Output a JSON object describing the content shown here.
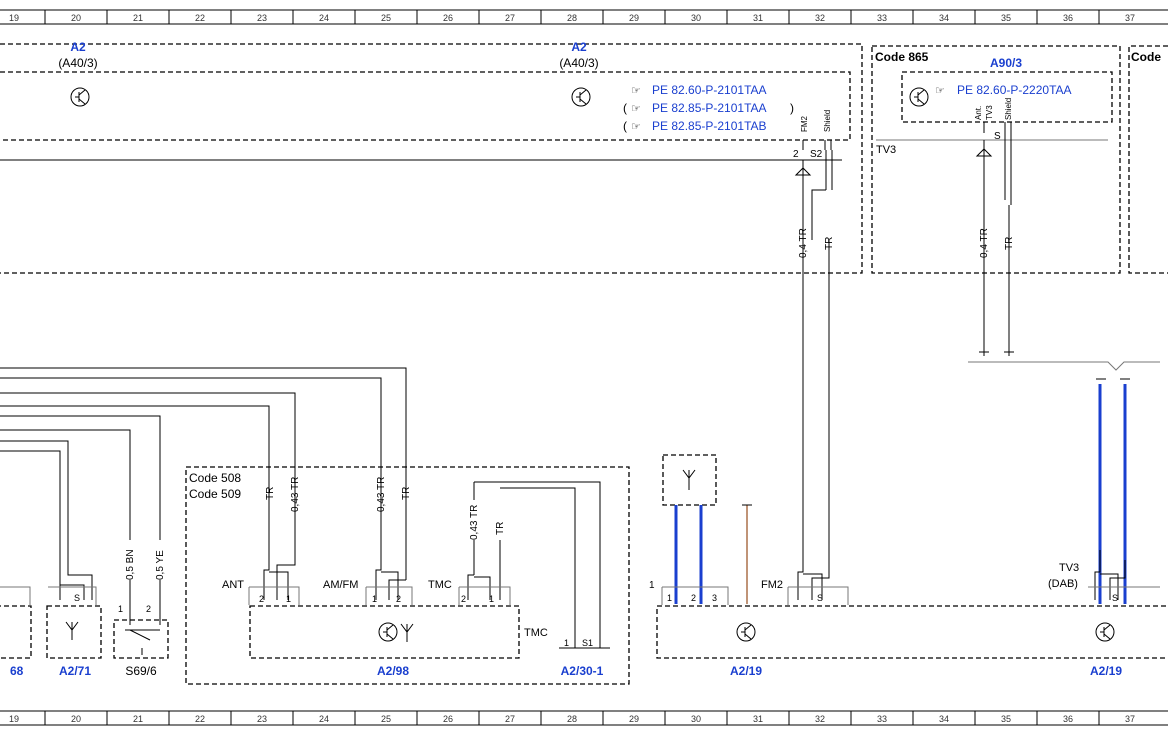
{
  "grid_numbers": [
    "19",
    "20",
    "21",
    "22",
    "23",
    "24",
    "25",
    "26",
    "27",
    "28",
    "29",
    "30",
    "31",
    "32",
    "33",
    "34",
    "35",
    "36",
    "37"
  ],
  "codes": {
    "c865": "Code 865",
    "c_right": "Code",
    "c508": "Code 508",
    "c509": "Code 509"
  },
  "top": {
    "a2_left": "A2",
    "a2_left_sub": "(A40/3)",
    "a2_mid": "A2",
    "a2_mid_sub": "(A40/3)",
    "a90": "A90/3",
    "refs": [
      "PE 82.60-P-2101TAA",
      "PE 82.85-P-2101TAA",
      "PE 82.85-P-2101TAB"
    ],
    "ref_a90": "PE 82.60-P-2220TAA",
    "ref_brackets": [
      "(",
      ")",
      "("
    ],
    "pin_fm2": "FM2",
    "pin_shield": "Shield",
    "pin_ant": "Ant.",
    "pin_tv3": "TV3",
    "pin_shield2": "Shield",
    "pin_2": "2",
    "pin_s2": "S2",
    "pin_s": "S",
    "tv3_label": "TV3"
  },
  "wires": {
    "w04tr": "0,4 TR",
    "wtr": "TR",
    "w04tr_b": "0,4 TR",
    "wtr_b": "TR",
    "w05bn": "0,5 BN",
    "w05ye": "0,5 YE",
    "ant_tr": "TR",
    "ant_043": "0,43 TR",
    "am_043": "0,43 TR",
    "am_tr": "TR",
    "tmc_043": "0,43 TR",
    "tmc_tr": "TR"
  },
  "components": {
    "a2_71": "A2/71",
    "s69_6": "S69/6",
    "a2_98": "A2/98",
    "a2_30_1": "A2/30-1",
    "a2_19_left": "A2/19",
    "a2_19_right": "A2/19",
    "left_partial": "68"
  },
  "pins": {
    "ant": "ANT",
    "amfm": "AM/FM",
    "tmc": "TMC",
    "tmc2": "TMC",
    "fm2": "FM2",
    "tv3": "TV3",
    "dab": "(DAB)",
    "s_71": "S",
    "p1": "1",
    "p2": "2",
    "p3": "3",
    "ps": "S",
    "ps1": "S1",
    "pin1_left": "1"
  },
  "colors": {
    "wire_blue": "#1a3fcf",
    "wire_brown": "#b07a55",
    "label_blue": "#1a3fcf"
  }
}
